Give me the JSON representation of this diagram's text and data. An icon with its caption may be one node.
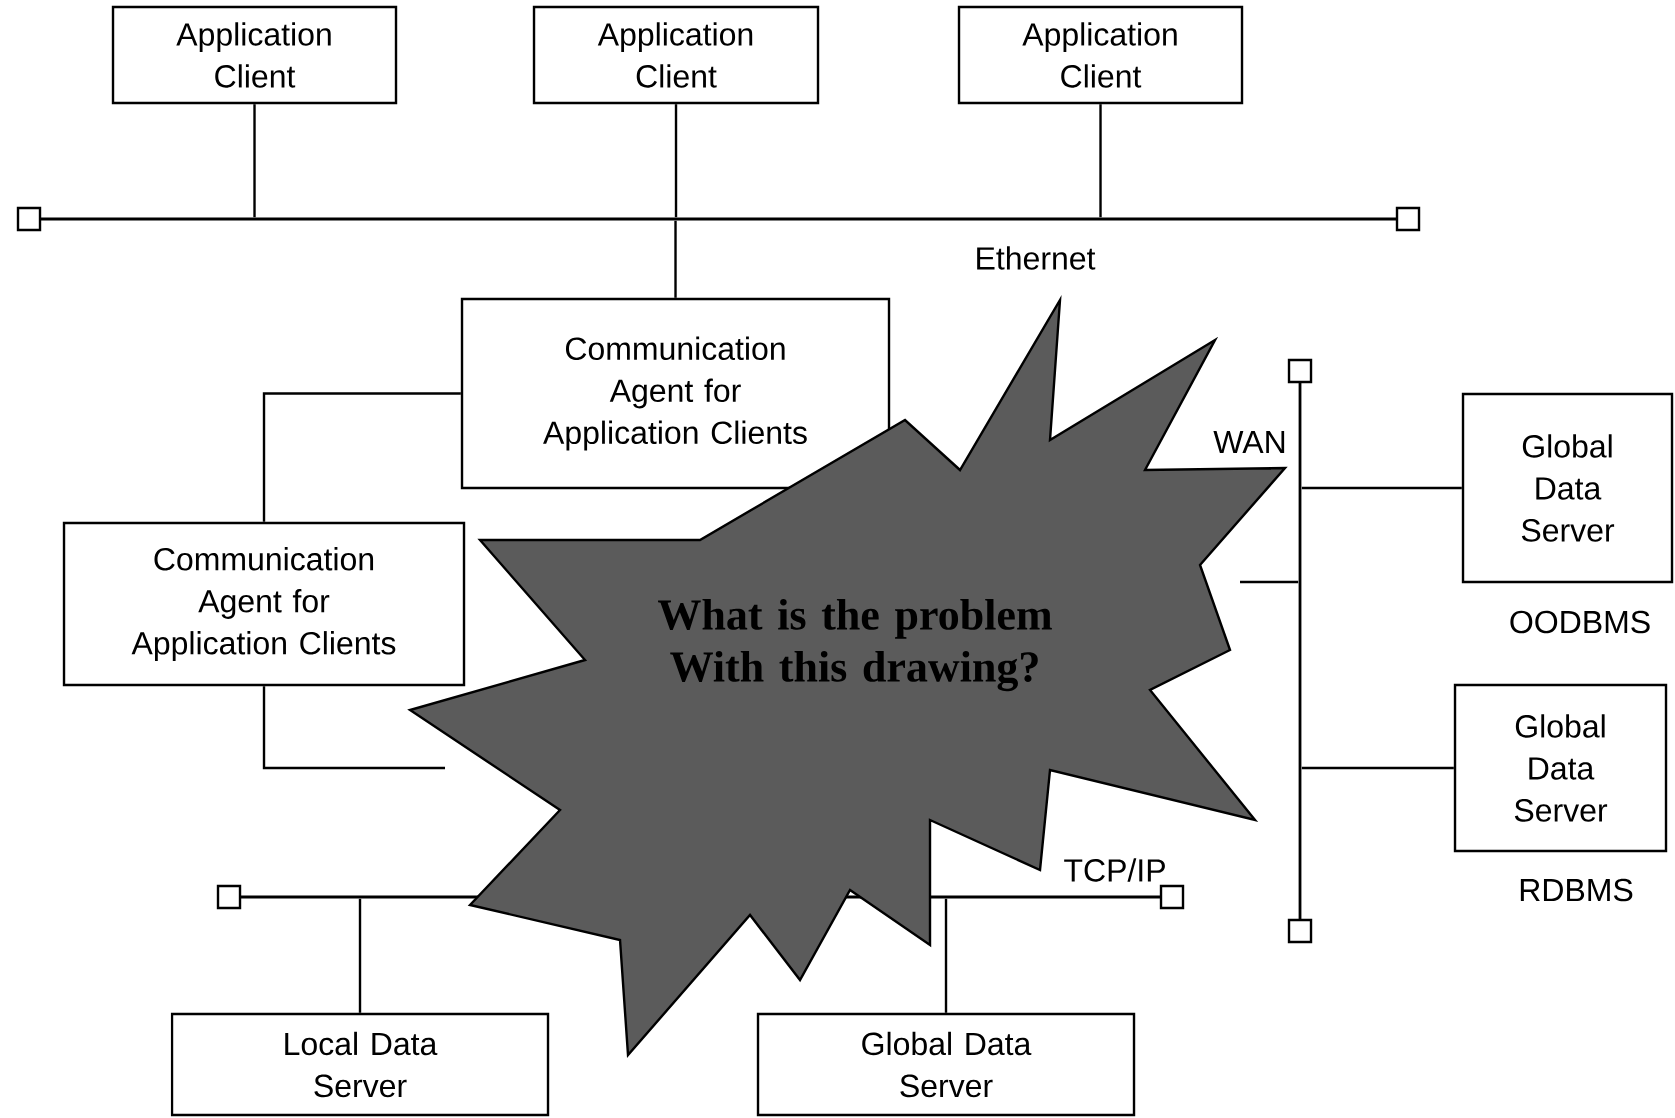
{
  "diagram": {
    "nodes": [
      {
        "text": [
          "Application Client"
        ]
      },
      {
        "text": [
          "Application Client"
        ]
      },
      {
        "text": [
          "Application Client"
        ]
      },
      {
        "text": [
          "Ethernet"
        ]
      },
      {
        "text": [
          "Communication Agent for Application Clients"
        ]
      },
      {
        "text": [
          "Communication Agent for Application Clients"
        ]
      },
      {
        "text": [
          "WAN"
        ]
      },
      {
        "text": [
          "Global Data Server"
        ],
        "beside": [
          "OODBMS"
        ]
      },
      {
        "text": [
          "Global Data Server"
        ],
        "beside": [
          "RDBMS"
        ]
      },
      {
        "text": [
          "TCP/IP"
        ]
      },
      {
        "text": [
          "Local Data Server"
        ]
      },
      {
        "text": [
          "Global Data Server"
        ]
      },
      {
        "text": [
          "What is the problem With this drawing?"
        ]
      }
    ],
    "edges": [
      {
        "from": 0,
        "to": 3,
        "arrow": "none"
      },
      {
        "from": 1,
        "to": 3,
        "arrow": "none"
      },
      {
        "from": 2,
        "to": 3,
        "arrow": "none"
      },
      {
        "from": 4,
        "to": 3,
        "arrow": "none"
      },
      {
        "from": 4,
        "to": 5,
        "arrow": "none"
      },
      {
        "from": 5,
        "to": null,
        "arrow": "none"
      },
      {
        "from": 7,
        "to": 6,
        "arrow": "none"
      },
      {
        "from": 8,
        "to": 6,
        "arrow": "none"
      },
      {
        "from": null,
        "to": 6,
        "arrow": "none"
      },
      {
        "from": 10,
        "to": 9,
        "arrow": "none"
      },
      {
        "from": 11,
        "to": 9,
        "arrow": "none"
      }
    ]
  }
}
